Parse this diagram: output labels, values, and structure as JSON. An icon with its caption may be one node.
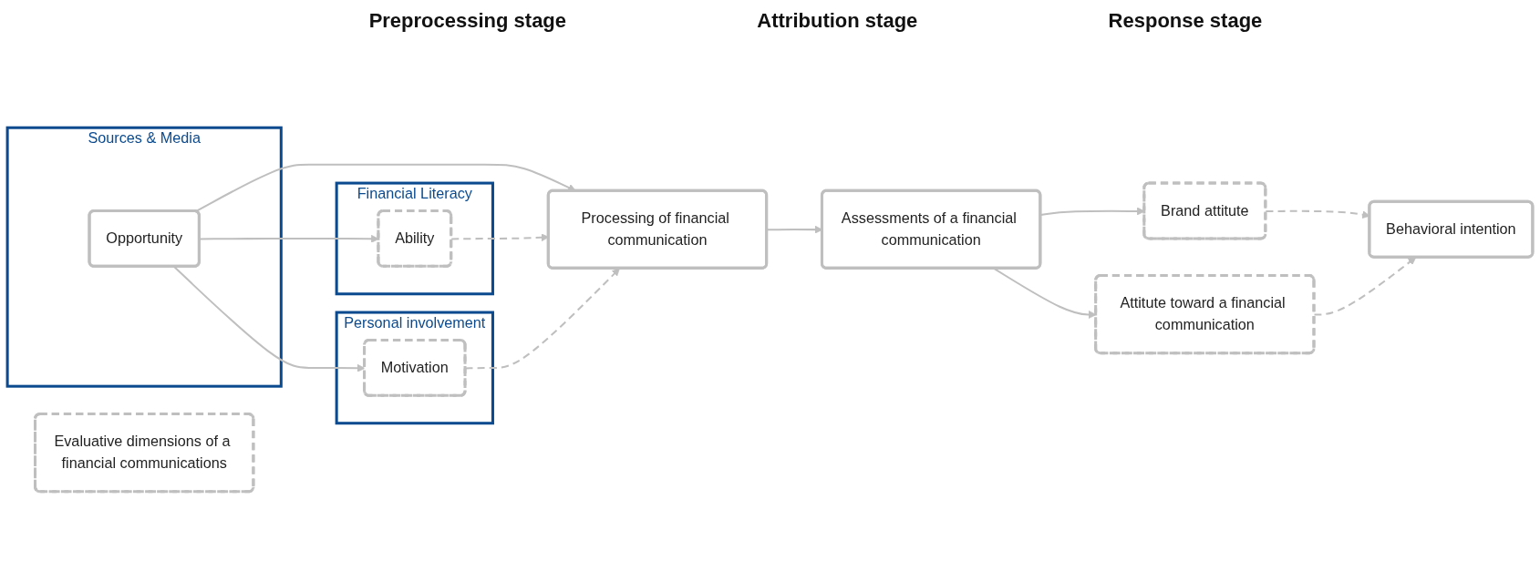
{
  "diagram": {
    "nodes": [
      {
        "text": [
          "Sources & Media"
        ]
      },
      {
        "text": [
          "Opportunity"
        ],
        "in": 0
      },
      {
        "text": [
          "Financial Literacy"
        ]
      },
      {
        "text": [
          "Ability"
        ],
        "in": 2
      },
      {
        "text": [
          "Personal involvement"
        ]
      },
      {
        "text": [
          "Motivation"
        ],
        "in": 4
      },
      {
        "text": [
          "Processing of financial communication"
        ]
      },
      {
        "text": [
          "Evaluative dimensions of a financial communications"
        ]
      },
      {
        "text": [
          "Assessments of a financial communication"
        ]
      },
      {
        "text": [
          "Brand attitute"
        ]
      },
      {
        "text": [
          "Attitute toward a financial communication"
        ]
      },
      {
        "text": [
          "Behavioral intention"
        ]
      }
    ],
    "edges": [
      {
        "from": 1,
        "to": 3,
        "arrow": "to"
      },
      {
        "from": 1,
        "to": 6,
        "arrow": "to"
      },
      {
        "from": 1,
        "to": 5,
        "arrow": "to"
      },
      {
        "from": 3,
        "to": 6,
        "arrow": "to",
        "style": "dashed"
      },
      {
        "from": 5,
        "to": 6,
        "arrow": "to",
        "style": "dashed"
      },
      {
        "from": 6,
        "to": 8,
        "arrow": "to"
      },
      {
        "from": 8,
        "to": 9,
        "arrow": "to"
      },
      {
        "from": 8,
        "to": 10,
        "arrow": "to"
      },
      {
        "from": 9,
        "to": 11,
        "arrow": "to",
        "style": "dashed"
      },
      {
        "from": 10,
        "to": 11,
        "arrow": "to",
        "style": "dashed"
      }
    ],
    "labels": [
      "Preprocessing stage",
      "Attribution stage",
      "Response stage"
    ]
  }
}
